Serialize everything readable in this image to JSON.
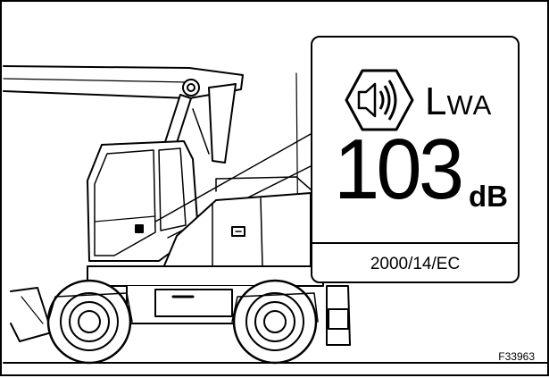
{
  "label": {
    "symbol_main": "L",
    "symbol_sub": "WA",
    "value": "103",
    "unit": "dB",
    "standard": "2000/14/EC"
  },
  "figure_code": "F33963",
  "icons": {
    "loudspeaker": "loudspeaker-sound-icon"
  }
}
